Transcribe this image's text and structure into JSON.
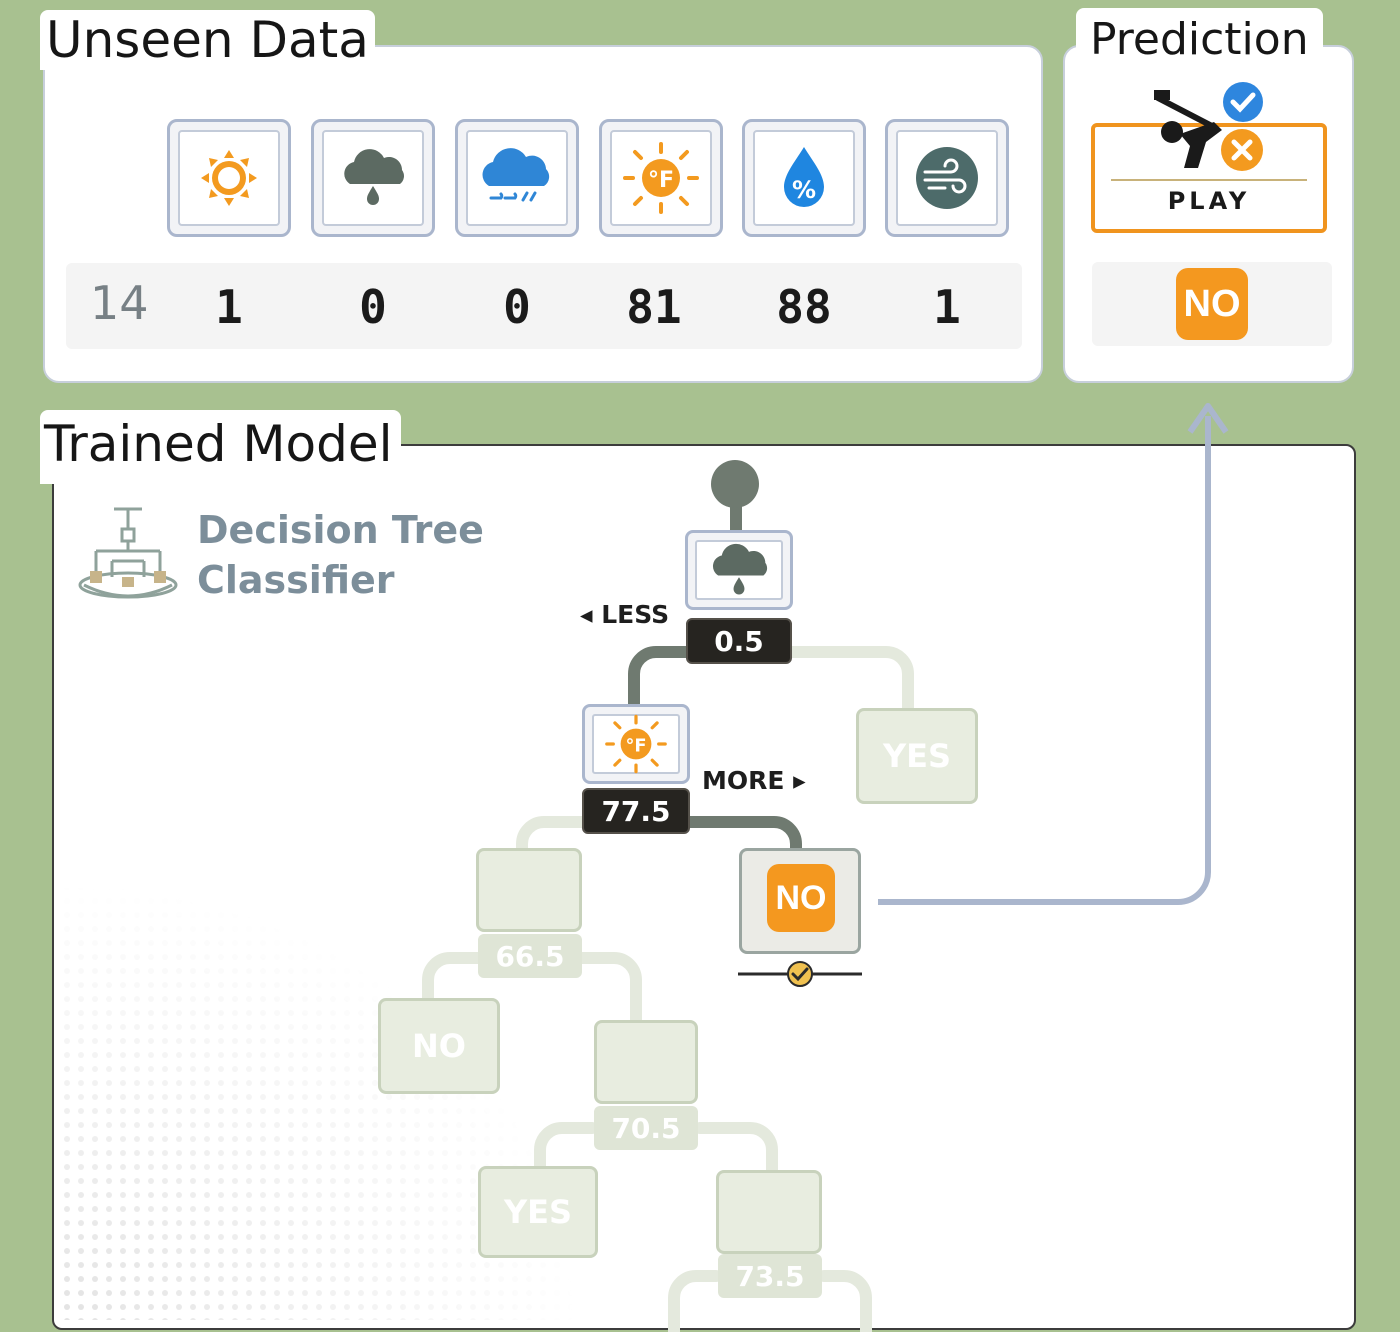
{
  "unseen": {
    "title": "Unseen Data",
    "row_id": "14",
    "features": [
      {
        "icon": "sun-icon",
        "value": "1"
      },
      {
        "icon": "overcast-cloud-icon",
        "value": "0"
      },
      {
        "icon": "rain-cloud-icon",
        "value": "0"
      },
      {
        "icon": "temperature-icon",
        "value": "81"
      },
      {
        "icon": "humidity-icon",
        "value": "88"
      },
      {
        "icon": "wind-icon",
        "value": "1"
      }
    ]
  },
  "prediction": {
    "title": "Prediction",
    "target_label": "PLAY",
    "value": "NO"
  },
  "model": {
    "title": "Trained Model",
    "logo_line1": "Decision Tree",
    "logo_line2": "Classifier",
    "root_threshold": "0.5",
    "less_label": "◂ LESS",
    "more_label": "MORE ▸",
    "second_threshold": "77.5",
    "leaf_value": "NO",
    "faded": {
      "right_leaf": "YES",
      "t1": "66.5",
      "leaf_a": "NO",
      "t2": "70.5",
      "leaf_b": "YES",
      "t3": "73.5"
    }
  },
  "colors": {
    "background": "#a8c190",
    "accent_orange": "#f4981f",
    "threshold_bg": "#262420",
    "path_color": "#6f7a70",
    "arrow_color": "#aab6cd"
  }
}
